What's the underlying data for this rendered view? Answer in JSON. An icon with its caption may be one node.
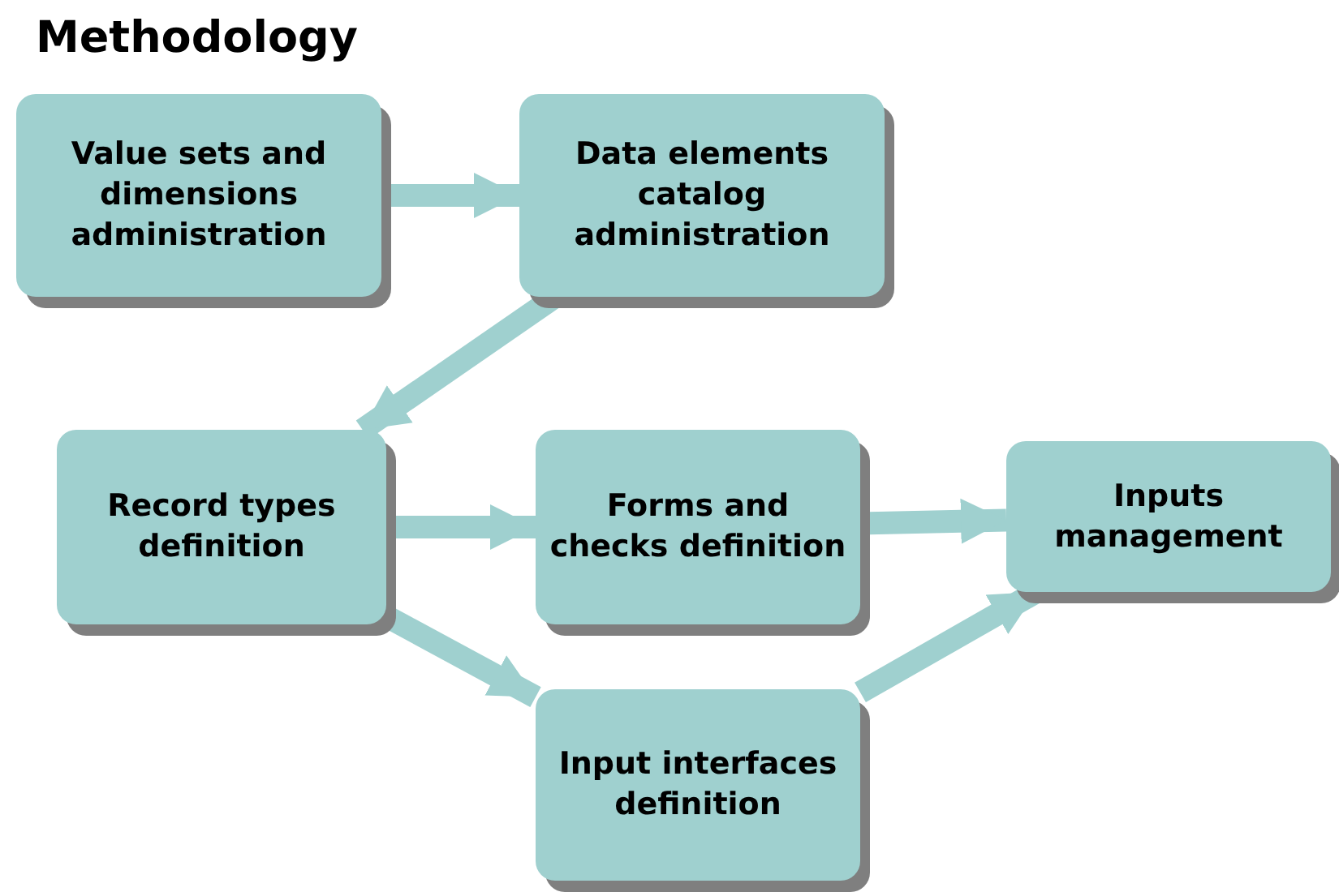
{
  "diagram": {
    "title": "Methodology",
    "nodes": [
      {
        "text": [
          "Value sets and dimensions administration"
        ]
      },
      {
        "text": [
          "Data elements catalog administration"
        ]
      },
      {
        "text": [
          "Record types definition"
        ]
      },
      {
        "text": [
          "Forms and checks definition"
        ]
      },
      {
        "text": [
          "Inputs management"
        ]
      },
      {
        "text": [
          "Input interfaces definition"
        ]
      }
    ],
    "edges": [
      {
        "from": 0,
        "to": 1,
        "arrow": "to"
      },
      {
        "from": 1,
        "to": 2,
        "arrow": "to"
      },
      {
        "from": 2,
        "to": 3,
        "arrow": "to"
      },
      {
        "from": 3,
        "to": 4,
        "arrow": "to"
      },
      {
        "from": 2,
        "to": 5,
        "arrow": "to"
      },
      {
        "from": 5,
        "to": 4,
        "arrow": "to"
      }
    ]
  }
}
